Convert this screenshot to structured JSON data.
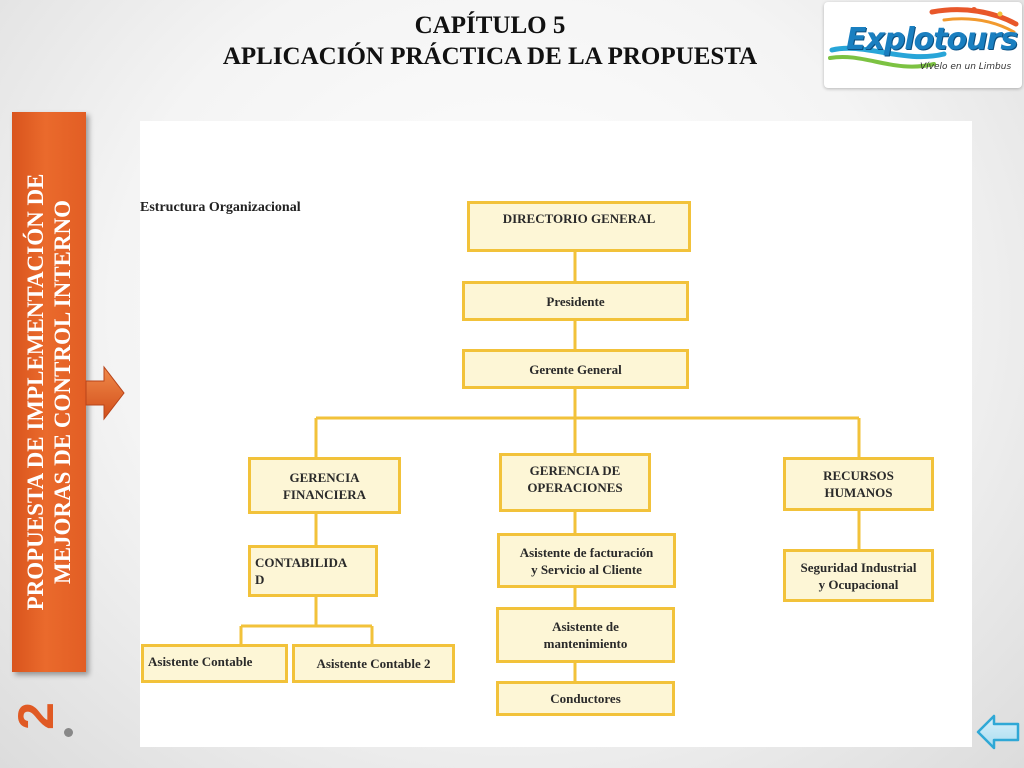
{
  "header": {
    "title_line1": "CAPÍTULO 5",
    "title_line2": "APLICACIÓN PRÁCTICA DE LA PROPUESTA"
  },
  "logo": {
    "brand": "Explotours",
    "tagline": "Vívelo en un Limbus"
  },
  "side_panel": {
    "line1": "PROPUESTA DE IMPLEMENTACIÓN DE",
    "line2": "MEJORAS DE CONTROL INTERNO",
    "slide_number": "2"
  },
  "org_chart": {
    "label": "Estructura Organizacional",
    "directorio": "DIRECTORIO GENERAL",
    "presidente": "Presidente",
    "gerente_general": "Gerente General",
    "gerencia_financiera": "GERENCIA FINANCIERA",
    "gerencia_operaciones": "GERENCIA DE OPERACIONES",
    "recursos_humanos": "RECURSOS HUMANOS",
    "contabilidad_1": "CONTABILIDA",
    "contabilidad_2": "D",
    "asistente_contable": "Asistente Contable",
    "asistente_contable_2": "Asistente Contable 2",
    "asistente_facturacion_1": "Asistente de facturación",
    "asistente_facturacion_2": "y Servicio al Cliente",
    "asistente_mantenimiento_1": "Asistente de",
    "asistente_mantenimiento_2": "mantenimiento",
    "conductores": "Conductores",
    "seguridad_1": "Seguridad Industrial",
    "seguridad_2": "y Ocupacional"
  },
  "colors": {
    "accent_orange": "#e05a24",
    "box_border": "#f2c23a",
    "box_fill": "#fdf6d6",
    "nav_arrow": "#2fa8d6"
  },
  "icons": {
    "side_arrow": "arrow-right-icon",
    "back_button": "arrow-left-icon"
  }
}
